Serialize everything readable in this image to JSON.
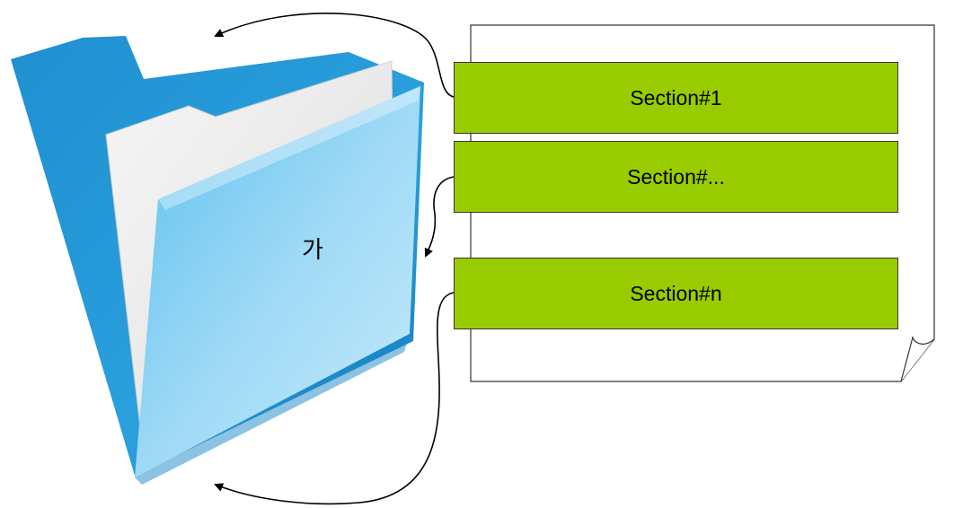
{
  "folder": {
    "label": "가"
  },
  "sections": [
    {
      "label": "Section#1"
    },
    {
      "label": "Section#..."
    },
    {
      "label": "Section#n"
    }
  ],
  "colors": {
    "section_fill": "#99cc00",
    "folder_blue": "#2e9fd8",
    "folder_light": "#8fd3f5",
    "paper": "#ffffff",
    "arrow": "#000000"
  }
}
